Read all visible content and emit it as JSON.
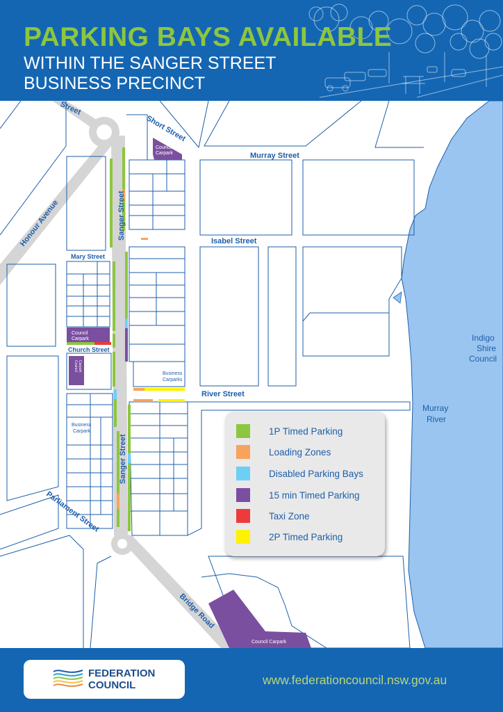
{
  "header": {
    "title": "PARKING BAYS AVAILABLE",
    "subtitle_line1": "WITHIN THE SANGER STREET",
    "subtitle_line2": "BUSINESS PRECINCT"
  },
  "streets": {
    "street_top": "Street",
    "short_street": "Short Street",
    "murray_street": "Murray Street",
    "honour_avenue": "Honour Avenue",
    "sanger_street_north": "Sanger Street",
    "isabel_street": "Isabel Street",
    "mary_street": "Mary Street",
    "church_street": "Church Street",
    "river_street": "River Street",
    "sanger_street_south": "Sanger Street",
    "parliament_street": "Parliament Street",
    "bridge_road": "Bridge Road"
  },
  "places": {
    "council_carpark_north_1": "Council",
    "council_carpark_north_2": "Carpark",
    "council_carpark_west_1": "Council",
    "council_carpark_west_2": "Carpark",
    "council_carpark_church_1": "Council",
    "council_carpark_church_2": "Carpark",
    "business_carparks_1": "Business",
    "business_carparks_2": "Carparks",
    "business_carpark_1": "Business",
    "business_carpark_2": "Carpark",
    "council_carpark_south": "Council Carpark",
    "indigo_1": "Indigo",
    "indigo_2": "Shire",
    "indigo_3": "Council",
    "murray_river_1": "Murray",
    "murray_river_2": "River"
  },
  "legend": [
    {
      "label": "1P Timed Parking",
      "color": "#8dc63f"
    },
    {
      "label": "Loading Zones",
      "color": "#f7a35c"
    },
    {
      "label": "Disabled Parking Bays",
      "color": "#6dcff6"
    },
    {
      "label": "15 min Timed Parking",
      "color": "#7b4fa0"
    },
    {
      "label": "Taxi Zone",
      "color": "#ed3b3b"
    },
    {
      "label": "2P Timed Parking",
      "color": "#fff200"
    }
  ],
  "footer": {
    "logo_line1": "FEDERATION",
    "logo_line2": "COUNCIL",
    "url": "www.federationcouncil.nsw.gov.au"
  },
  "colors": {
    "header_bg": "#1466b3",
    "title_green": "#8dc63f",
    "river": "#9ac5f0",
    "road": "#d5d5d5",
    "block_line": "#1d5ea8"
  }
}
